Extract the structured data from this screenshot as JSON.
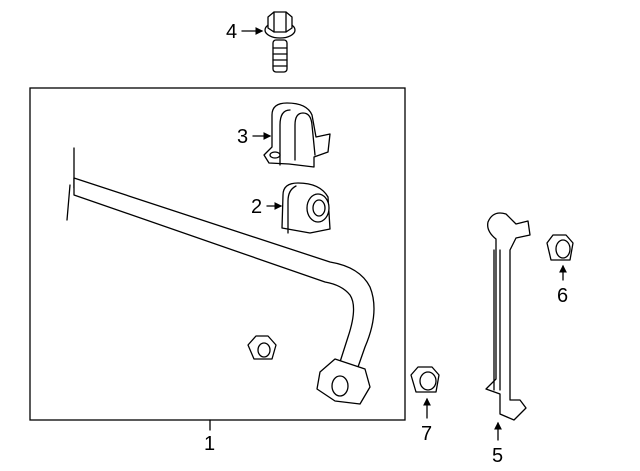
{
  "diagram": {
    "callouts": [
      {
        "number": "1",
        "part": "stabilizer-bar"
      },
      {
        "number": "2",
        "part": "bushing"
      },
      {
        "number": "3",
        "part": "bracket"
      },
      {
        "number": "4",
        "part": "bolt"
      },
      {
        "number": "5",
        "part": "stabilizer-link"
      },
      {
        "number": "6",
        "part": "nut"
      },
      {
        "number": "7",
        "part": "nut"
      }
    ]
  }
}
